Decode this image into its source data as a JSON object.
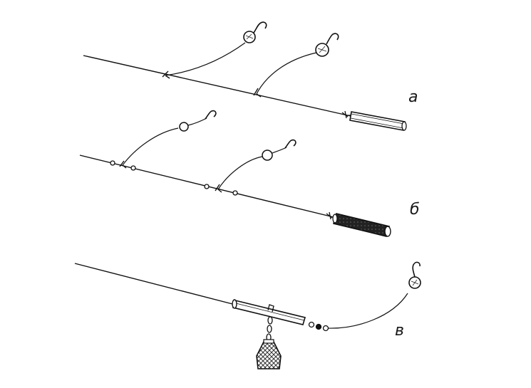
{
  "labels": {
    "a": "а",
    "b": "б",
    "v": "в"
  },
  "colors": {
    "ink": "#111111",
    "paper": "#ffffff",
    "mesh": "#444444"
  },
  "rigs": [
    {
      "id": "rig-a",
      "name": "paternoster-rig-with-two-leaders",
      "leaders": 2,
      "sinker": "stick-sinker"
    },
    {
      "id": "rig-b",
      "name": "rig-with-leaders-between-stopper-beads",
      "leaders": 2,
      "sinker": "stick-sinker"
    },
    {
      "id": "rig-v",
      "name": "feeder-rig-with-sliding-tube",
      "leaders": 1,
      "sinker": "mesh-feeder"
    }
  ]
}
